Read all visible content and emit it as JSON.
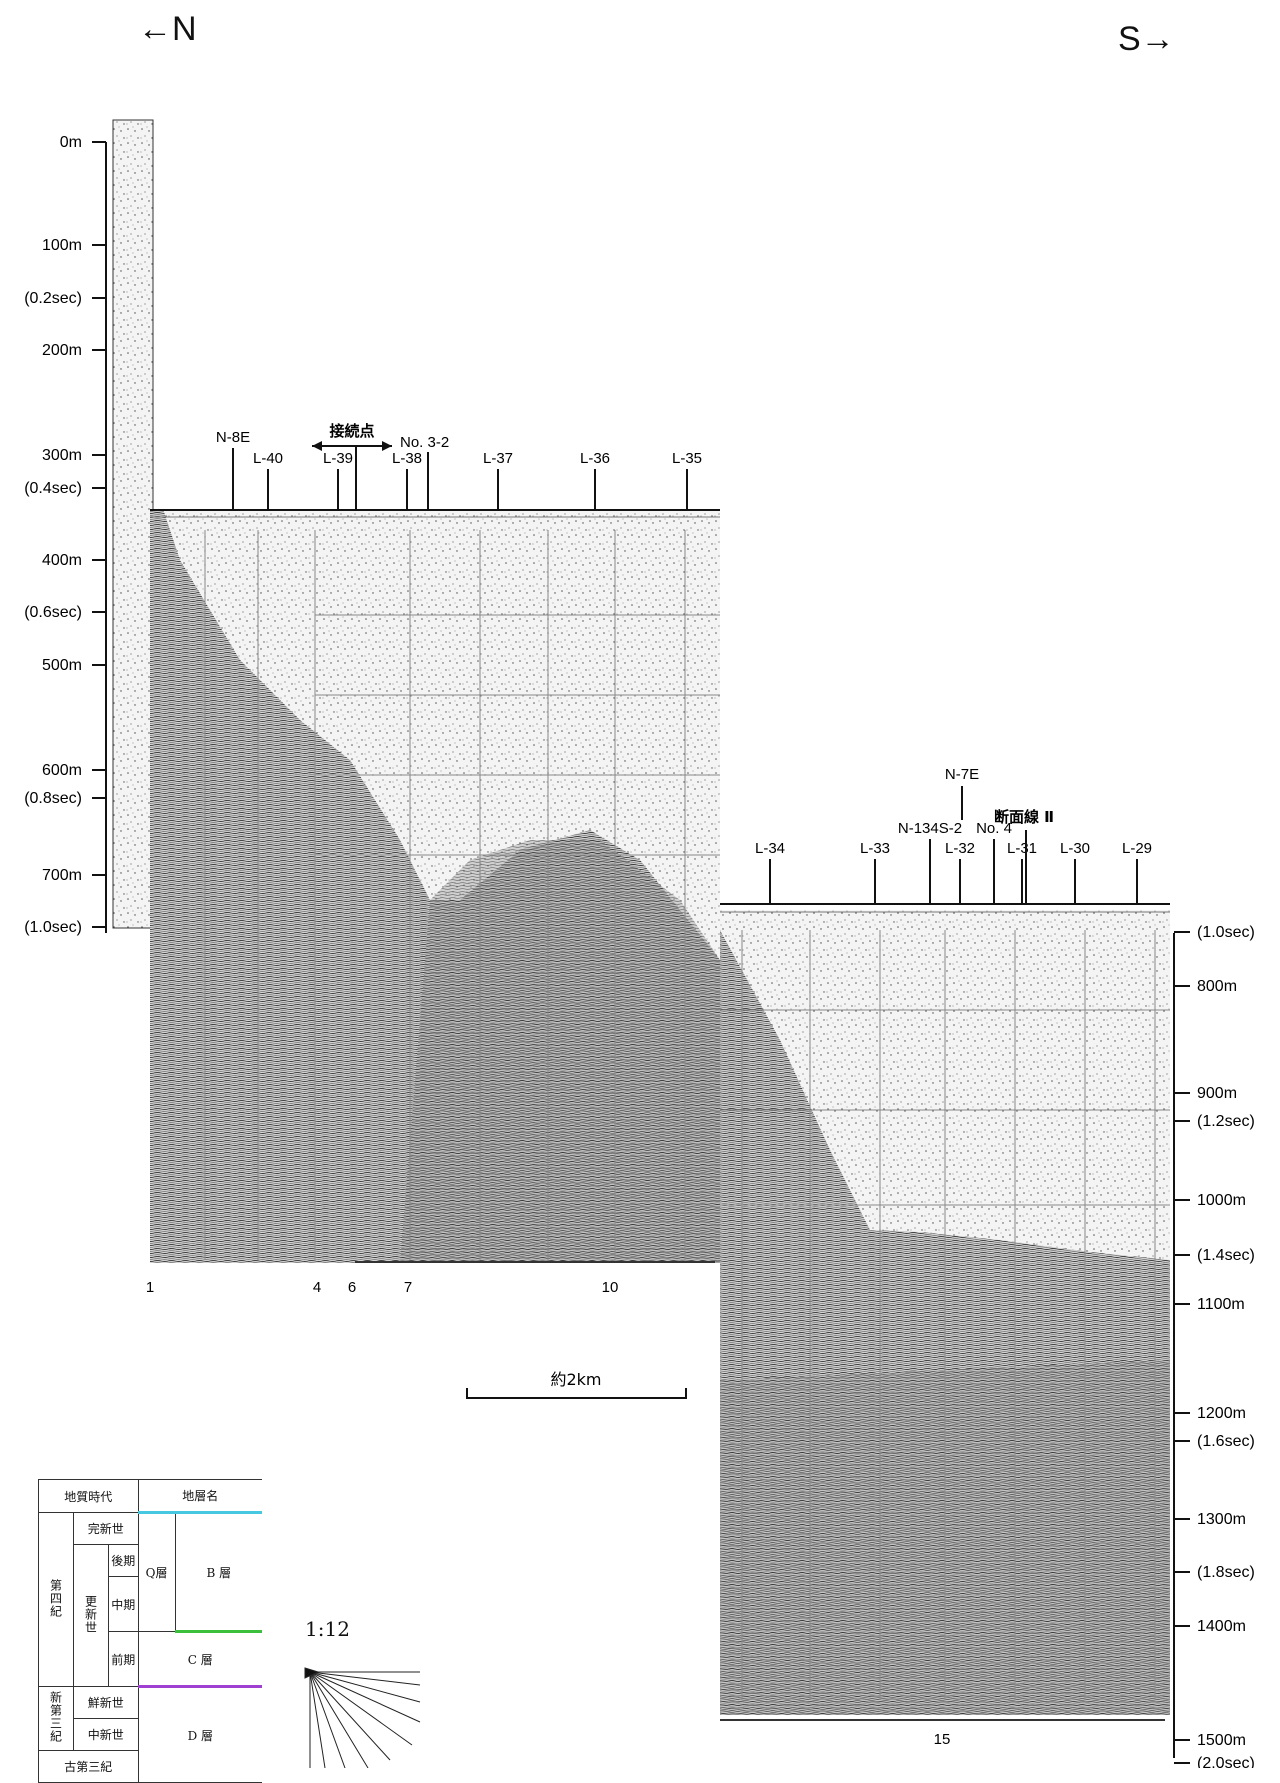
{
  "directions": {
    "north": "←N",
    "south": "S→"
  },
  "depth_axis_left": [
    {
      "label": "0m",
      "kind": "m"
    },
    {
      "label": "100m",
      "kind": "m"
    },
    {
      "label": "(0.2sec)",
      "kind": "sec"
    },
    {
      "label": "200m",
      "kind": "m"
    },
    {
      "label": "300m",
      "kind": "m"
    },
    {
      "label": "(0.4sec)",
      "kind": "sec"
    },
    {
      "label": "400m",
      "kind": "m"
    },
    {
      "label": "(0.6sec)",
      "kind": "sec"
    },
    {
      "label": "500m",
      "kind": "m"
    },
    {
      "label": "600m",
      "kind": "m"
    },
    {
      "label": "(0.8sec)",
      "kind": "sec"
    },
    {
      "label": "700m",
      "kind": "m"
    },
    {
      "label": "(1.0sec)",
      "kind": "sec"
    }
  ],
  "depth_axis_right": [
    {
      "label": "(1.0sec)",
      "kind": "sec"
    },
    {
      "label": "800m",
      "kind": "m"
    },
    {
      "label": "900m",
      "kind": "m"
    },
    {
      "label": "(1.2sec)",
      "kind": "sec"
    },
    {
      "label": "1000m",
      "kind": "m"
    },
    {
      "label": "(1.4sec)",
      "kind": "sec"
    },
    {
      "label": "1100m",
      "kind": "m"
    },
    {
      "label": "1200m",
      "kind": "m"
    },
    {
      "label": "(1.6sec)",
      "kind": "sec"
    },
    {
      "label": "1300m",
      "kind": "m"
    },
    {
      "label": "(1.8sec)",
      "kind": "sec"
    },
    {
      "label": "1400m",
      "kind": "m"
    },
    {
      "label": "1500m",
      "kind": "m"
    },
    {
      "label": "(2.0sec)",
      "kind": "sec"
    }
  ],
  "survey_lines_upper": [
    "N-8E",
    "L-40",
    "L-39",
    "L-38",
    "L-37",
    "L-36",
    "L-35"
  ],
  "connection_point": "接続点",
  "upper_extra_label": "No. 3-2",
  "survey_lines_lower": [
    "L-34",
    "L-33",
    "N-134S-2",
    "L-32",
    "No. 4",
    "L-31",
    "L-30",
    "L-29"
  ],
  "lower_extra_labels": {
    "top": "N-7E",
    "section": "断面線 Ⅱ"
  },
  "shotpoints_upper": [
    "1",
    "4",
    "6",
    "7",
    "10"
  ],
  "shotpoint_lower": "15",
  "scale_bar": "約2km",
  "slope_sample": "1:12",
  "legend": {
    "header_age": "地質時代",
    "header_name": "地層名",
    "period_quaternary": "第四紀",
    "holocene": "完新世",
    "pleistocene": "更新世",
    "late": "後期",
    "middle": "中期",
    "early": "前期",
    "q_layer": "Q層",
    "b_layer": "B 層",
    "c_layer": "C 層",
    "neogene": "新第三紀",
    "pliocene": "鮮新世",
    "miocene": "中新世",
    "d_layer": "D 層",
    "paleogene": "古第三紀"
  }
}
